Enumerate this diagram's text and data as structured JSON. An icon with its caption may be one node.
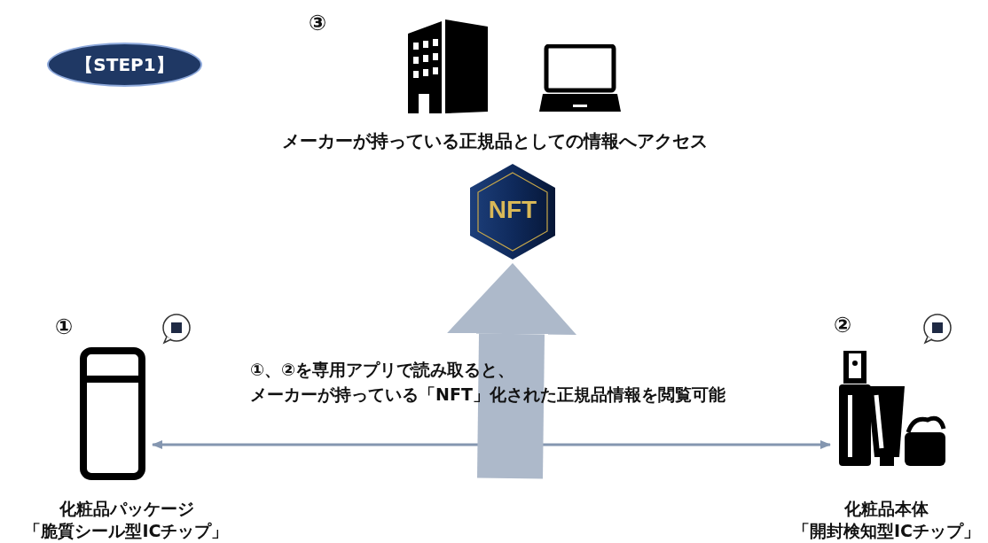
{
  "diagram": {
    "nodes": [
      {
        "text": [
          "【STEP1】"
        ]
      },
      {
        "text": [
          "NFT"
        ]
      },
      {
        "text": [],
        "shape": "box",
        "beside": [
          "①",
          "化粧品パッケージ",
          "「脆質シール型ICチップ」"
        ]
      },
      {
        "text": [],
        "shape": "bottle",
        "beside": [
          "②",
          "化粧品本体",
          "「開封検知型ICチップ」"
        ]
      }
    ],
    "edges": [
      {
        "from": 2,
        "to": 3,
        "arrow": "both"
      },
      {
        "from": null,
        "to": 1,
        "arrow": "to",
        "style": "thick"
      }
    ],
    "labels": [
      "③",
      "メーカーが持っている正規品としての情報へアクセス",
      "①、②を専用アプリで読み取ると、",
      "メーカーが持っている「NFT」化された正規品情報を閲覧可能"
    ]
  }
}
